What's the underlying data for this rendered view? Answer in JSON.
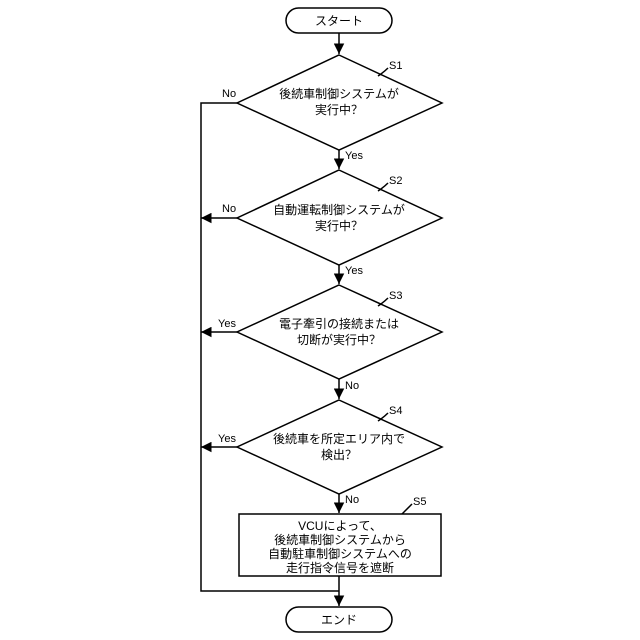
{
  "start": {
    "label": "スタート"
  },
  "end": {
    "label": "エンド"
  },
  "steps": {
    "s1": {
      "id": "S1",
      "lines": [
        "後続車制御システムが",
        "実行中？"
      ],
      "yes": "Yes",
      "no": "No"
    },
    "s2": {
      "id": "S2",
      "lines": [
        "自動運転制御システムが",
        "実行中？"
      ],
      "yes": "Yes",
      "no": "No"
    },
    "s3": {
      "id": "S3",
      "lines": [
        "電子牽引の接続または",
        "切断が実行中？"
      ],
      "yes": "Yes",
      "no": "No"
    },
    "s4": {
      "id": "S4",
      "lines": [
        "後続車を所定エリア内で",
        "検出？"
      ],
      "yes": "Yes",
      "no": "No"
    },
    "s5": {
      "id": "S5",
      "lines": [
        "VCUによって、",
        "後続車制御システムから",
        "自動駐車制御システムへの",
        "走行指令信号を遮断"
      ]
    }
  }
}
